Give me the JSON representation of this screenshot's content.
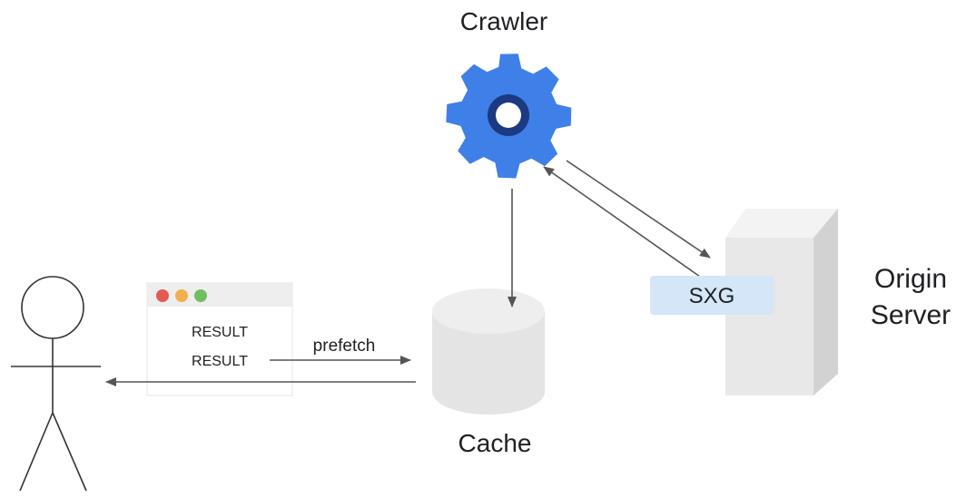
{
  "crawler": {
    "label": "Crawler"
  },
  "cache": {
    "label": "Cache"
  },
  "origin": {
    "label_line1": "Origin",
    "label_line2": "Server"
  },
  "sxg": {
    "label": "SXG"
  },
  "browser": {
    "result_1": "RESULT",
    "result_2": "RESULT"
  },
  "arrows": {
    "prefetch_label": "prefetch"
  },
  "colors": {
    "gear": "#3f7fe8",
    "sxg_badge": "#d4e6f7",
    "window_red": "#e25b52",
    "window_yellow": "#f3ae4e",
    "window_green": "#6fbf62",
    "arrow": "#555555"
  }
}
